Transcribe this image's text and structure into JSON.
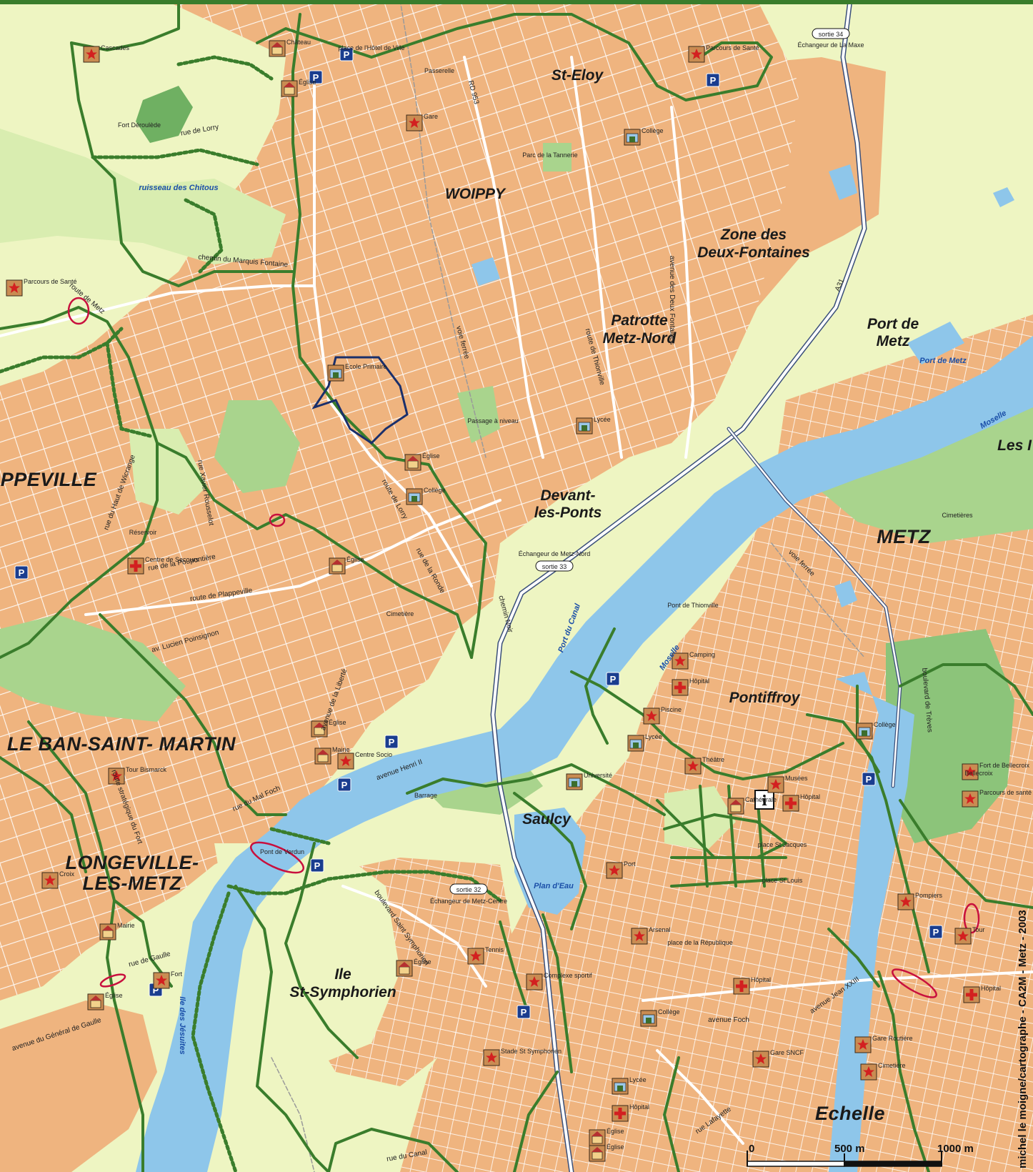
{
  "map": {
    "credit": "michel le moigne/cartographe - CA2M - Metz - 2003",
    "scale": {
      "zero": "0",
      "mid": "500 m",
      "end": "1000 m"
    },
    "colors": {
      "urban": "#efb47f",
      "countryside": "#eef5c2",
      "park": "#a9d48d",
      "forest": "#8cc47a",
      "water": "#8ec6ea",
      "trail": "#3a7d2c",
      "road": "#ffffff",
      "parking": "#1a3d8f"
    },
    "places": [
      {
        "id": "woippy",
        "text": "WOIPPY",
        "cls": "place district"
      },
      {
        "id": "st-eloy",
        "text": "St-Eloy",
        "cls": "place district"
      },
      {
        "id": "zone-1",
        "text": "Zone des",
        "cls": "place district"
      },
      {
        "id": "zone-2",
        "text": "Deux-Fontaines",
        "cls": "place district"
      },
      {
        "id": "patrotte-1",
        "text": "Patrotte",
        "cls": "place district"
      },
      {
        "id": "patrotte-2",
        "text": "Metz-Nord",
        "cls": "place district"
      },
      {
        "id": "port-metz-1",
        "text": "Port de",
        "cls": "place district"
      },
      {
        "id": "port-metz-2",
        "text": "Metz",
        "cls": "place district"
      },
      {
        "id": "plappeville",
        "text": "PPEVILLE",
        "cls": "place town"
      },
      {
        "id": "devant-1",
        "text": "Devant-",
        "cls": "place district"
      },
      {
        "id": "devant-2",
        "text": "les-Ponts",
        "cls": "place district"
      },
      {
        "id": "metz",
        "text": "METZ",
        "cls": "place town"
      },
      {
        "id": "les-i",
        "text": "Les I",
        "cls": "place district"
      },
      {
        "id": "ban-st-martin",
        "text": "LE BAN-SAINT- MARTIN",
        "cls": "place town"
      },
      {
        "id": "pontiffroy",
        "text": "Pontiffroy",
        "cls": "place district"
      },
      {
        "id": "saulcy",
        "text": "Saulcy",
        "cls": "place district"
      },
      {
        "id": "longeville-1",
        "text": "LONGEVILLE-",
        "cls": "place town"
      },
      {
        "id": "longeville-2",
        "text": "LES-METZ",
        "cls": "place town"
      },
      {
        "id": "ile-1",
        "text": "Ile",
        "cls": "place district"
      },
      {
        "id": "ile-2",
        "text": "St-Symphorien",
        "cls": "place district"
      },
      {
        "id": "echelle",
        "text": "Echelle",
        "cls": "place town"
      }
    ],
    "water_labels": [
      {
        "id": "moselle-1",
        "text": "Moselle"
      },
      {
        "id": "moselle-2",
        "text": "Moselle"
      },
      {
        "id": "port-de-metz-w",
        "text": "Port de Metz"
      },
      {
        "id": "plan-deau",
        "text": "Plan d'Eau"
      },
      {
        "id": "ile-des-jesuites",
        "text": "Ile des Jésuites"
      },
      {
        "id": "port-canal",
        "text": "Port du Canal"
      },
      {
        "id": "ruisseau",
        "text": "ruisseau des Chitous"
      }
    ],
    "streets": [
      {
        "id": "s1",
        "text": "rue de Lorry"
      },
      {
        "id": "s2",
        "text": "chemin du Marquis Fontaine"
      },
      {
        "id": "s3",
        "text": "route de Metz"
      },
      {
        "id": "s4",
        "text": "route de Lorry"
      },
      {
        "id": "s5",
        "text": "rue de la Ronde"
      },
      {
        "id": "s6",
        "text": "route de Plappeville"
      },
      {
        "id": "s7",
        "text": "av. Lucien Poinsignon"
      },
      {
        "id": "s8",
        "text": "avenue Henri II"
      },
      {
        "id": "s9",
        "text": "rue du Mal Foch"
      },
      {
        "id": "s10",
        "text": "boulevard Saint Symphorien"
      },
      {
        "id": "s11",
        "text": "avenue Foch"
      },
      {
        "id": "s12",
        "text": "rue Lafayette"
      },
      {
        "id": "s13",
        "text": "route de Thionville"
      },
      {
        "id": "s14",
        "text": "avenue des Deux Fontaines"
      },
      {
        "id": "s15",
        "text": "RD 953"
      },
      {
        "id": "s16",
        "text": "voie ferrée"
      },
      {
        "id": "s17",
        "text": "voie ferrée"
      },
      {
        "id": "s18",
        "text": "A31"
      },
      {
        "id": "s19",
        "text": "avenue du Général de Gaulle"
      },
      {
        "id": "s20",
        "text": "boulevard de Trèves"
      },
      {
        "id": "s21",
        "text": "avenue Jean XXIII"
      },
      {
        "id": "s22",
        "text": "rue du Canal"
      },
      {
        "id": "s23",
        "text": "rue de la Poupontière"
      },
      {
        "id": "s24",
        "text": "rue de Gaulle"
      },
      {
        "id": "s25",
        "text": "chemin Noir"
      },
      {
        "id": "s26",
        "text": "avenue de la Liberté"
      },
      {
        "id": "s27",
        "text": "route stratégique du Fort"
      },
      {
        "id": "s28",
        "text": "rue Xavier Rousselot"
      },
      {
        "id": "s29",
        "text": "rue du Haut de Wicrange"
      }
    ],
    "exits": [
      {
        "id": "x1",
        "text": "sortie 34"
      },
      {
        "id": "x2",
        "text": "sortie 33"
      },
      {
        "id": "x3",
        "text": "sortie 32"
      }
    ],
    "exit_notes": [
      {
        "id": "n1",
        "text": "Échangeur de La Maxe"
      },
      {
        "id": "n2",
        "text": "Échangeur de Metz-Nord"
      },
      {
        "id": "n3",
        "text": "Échangeur de Metz-Centre"
      }
    ],
    "pois": [
      {
        "id": "p1",
        "text": "Cascades",
        "kind": "star"
      },
      {
        "id": "p2",
        "text": "Château",
        "kind": "church"
      },
      {
        "id": "p3",
        "text": "Église",
        "kind": "church"
      },
      {
        "id": "p4",
        "text": "Gare",
        "kind": "star"
      },
      {
        "id": "p5",
        "text": "Collège",
        "kind": "school"
      },
      {
        "id": "p6",
        "text": "Parcours de Santé",
        "kind": "star"
      },
      {
        "id": "p7",
        "text": "Parcours de Santé",
        "kind": "star"
      },
      {
        "id": "p8",
        "text": "Ecole Primaire",
        "kind": "school"
      },
      {
        "id": "p9",
        "text": "Lycée",
        "kind": "school"
      },
      {
        "id": "p10",
        "text": "Collège",
        "kind": "school"
      },
      {
        "id": "p11",
        "text": "Église",
        "kind": "church"
      },
      {
        "id": "p12",
        "text": "Centre de Secours",
        "kind": "cross"
      },
      {
        "id": "p13",
        "text": "Église",
        "kind": "church"
      },
      {
        "id": "p14",
        "text": "Église",
        "kind": "church"
      },
      {
        "id": "p15",
        "text": "Mairie",
        "kind": "church"
      },
      {
        "id": "p16",
        "text": "Centre Socio",
        "kind": "star"
      },
      {
        "id": "p17",
        "text": "Tour Bismarck",
        "kind": "star"
      },
      {
        "id": "p18",
        "text": "Camping",
        "kind": "star"
      },
      {
        "id": "p19",
        "text": "Hôpital",
        "kind": "cross"
      },
      {
        "id": "p20",
        "text": "Piscine",
        "kind": "star"
      },
      {
        "id": "p21",
        "text": "Lycée",
        "kind": "school"
      },
      {
        "id": "p22",
        "text": "Université",
        "kind": "school"
      },
      {
        "id": "p23",
        "text": "Théâtre",
        "kind": "star"
      },
      {
        "id": "p24",
        "text": "Musées",
        "kind": "star"
      },
      {
        "id": "p25",
        "text": "Hôpital",
        "kind": "cross"
      },
      {
        "id": "p26",
        "text": "Cathédrale",
        "kind": "church"
      },
      {
        "id": "p27",
        "text": "Collège",
        "kind": "school"
      },
      {
        "id": "p28",
        "text": "Fort de Bellecroix",
        "kind": "star"
      },
      {
        "id": "p29",
        "text": "Parcours de santé",
        "kind": "star"
      },
      {
        "id": "p30",
        "text": "Port",
        "kind": "star"
      },
      {
        "id": "p31",
        "text": "Arsenal",
        "kind": "star"
      },
      {
        "id": "p32",
        "text": "Tennis",
        "kind": "star"
      },
      {
        "id": "p33",
        "text": "Église",
        "kind": "church"
      },
      {
        "id": "p34",
        "text": "Complexe sportif",
        "kind": "star"
      },
      {
        "id": "p35",
        "text": "Hôpital",
        "kind": "cross"
      },
      {
        "id": "p36",
        "text": "Collège",
        "kind": "school"
      },
      {
        "id": "p37",
        "text": "Gare SNCF",
        "kind": "star"
      },
      {
        "id": "p38",
        "text": "Stade St Symphorien",
        "kind": "star"
      },
      {
        "id": "p39",
        "text": "Lycée",
        "kind": "school"
      },
      {
        "id": "p40",
        "text": "Hôpital",
        "kind": "cross"
      },
      {
        "id": "p41",
        "text": "Pompiers",
        "kind": "star"
      },
      {
        "id": "p42",
        "text": "Hôpital",
        "kind": "cross"
      },
      {
        "id": "p43",
        "text": "Gare Routière",
        "kind": "star"
      },
      {
        "id": "p44",
        "text": "Croix",
        "kind": "star"
      },
      {
        "id": "p45",
        "text": "Mairie",
        "kind": "church"
      },
      {
        "id": "p46",
        "text": "Église",
        "kind": "church"
      },
      {
        "id": "p47",
        "text": "Fort",
        "kind": "star"
      },
      {
        "id": "p48",
        "text": "Église",
        "kind": "church"
      },
      {
        "id": "p49",
        "text": "Église",
        "kind": "church"
      },
      {
        "id": "p50",
        "text": "Cimetière",
        "kind": "star"
      },
      {
        "id": "p51",
        "text": "Tour",
        "kind": "star"
      },
      {
        "id": "p52",
        "text": "Fort Déroulède",
        "kind": "none"
      }
    ],
    "notes": [
      {
        "id": "t1",
        "text": "Passerelle"
      },
      {
        "id": "t2",
        "text": "Cimetières"
      },
      {
        "id": "t3",
        "text": "Barrage"
      },
      {
        "id": "t4",
        "text": "Cimetière"
      },
      {
        "id": "t5",
        "text": "Réservoir"
      },
      {
        "id": "t6",
        "text": "Passage à niveau"
      },
      {
        "id": "t7",
        "text": "place de la République"
      },
      {
        "id": "t8",
        "text": "place St Jacques"
      },
      {
        "id": "t9",
        "text": "place St Louis"
      },
      {
        "id": "t10",
        "text": "Pont de Thionville"
      },
      {
        "id": "t11",
        "text": "Pont de Verdun"
      },
      {
        "id": "t12",
        "text": "Fort Déroulède"
      },
      {
        "id": "t13",
        "text": "place de l'Hôtel de Ville"
      },
      {
        "id": "t14",
        "text": "Parc de la Tannerie"
      },
      {
        "id": "t15",
        "text": "Bellecroix"
      }
    ],
    "parking_letter": "P",
    "info_letter": "i"
  }
}
